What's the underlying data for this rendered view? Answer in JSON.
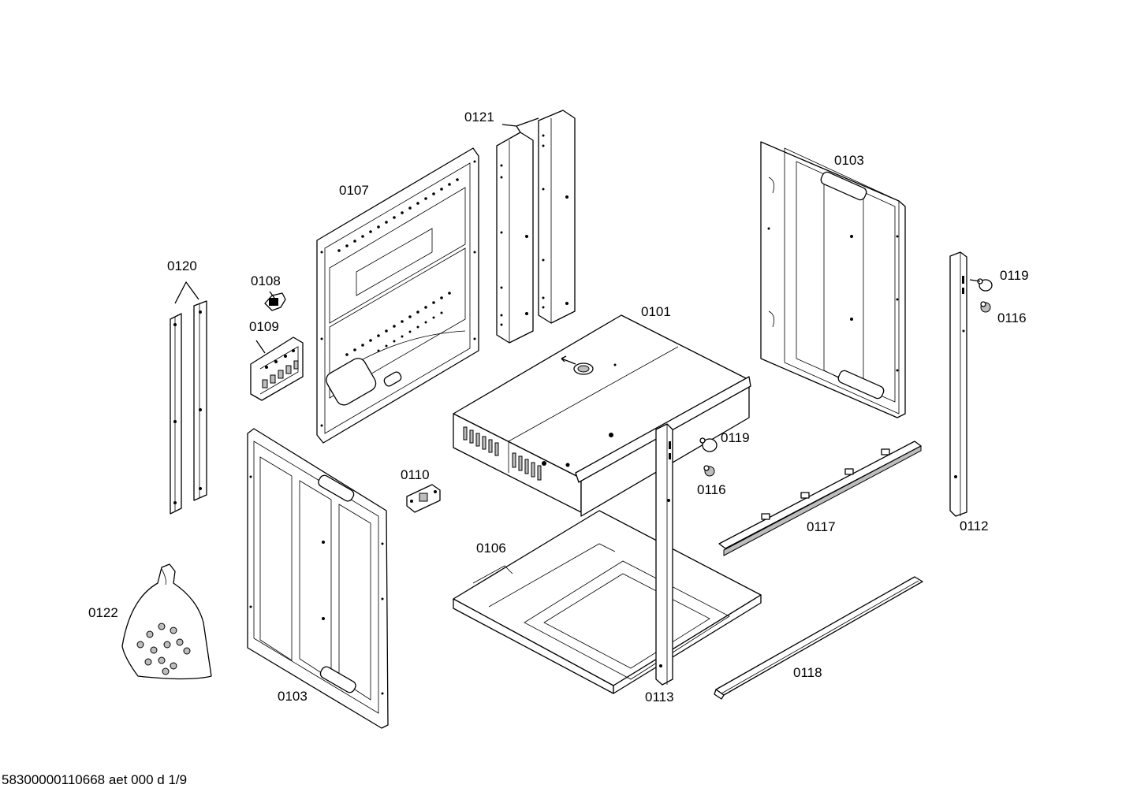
{
  "labels": {
    "p0101": "0101",
    "p0103_top": "0103",
    "p0103_bottom": "0103",
    "p0106": "0106",
    "p0107": "0107",
    "p0108": "0108",
    "p0109": "0109",
    "p0110": "0110",
    "p0112": "0112",
    "p0113": "0113",
    "p0116_top": "0116",
    "p0116_mid": "0116",
    "p0117": "0117",
    "p0118": "0118",
    "p0119_top": "0119",
    "p0119_mid": "0119",
    "p0120": "0120",
    "p0121": "0121",
    "p0122": "0122"
  },
  "footer": {
    "doc_id": "58300000110668 aet 000 d 1/9"
  }
}
